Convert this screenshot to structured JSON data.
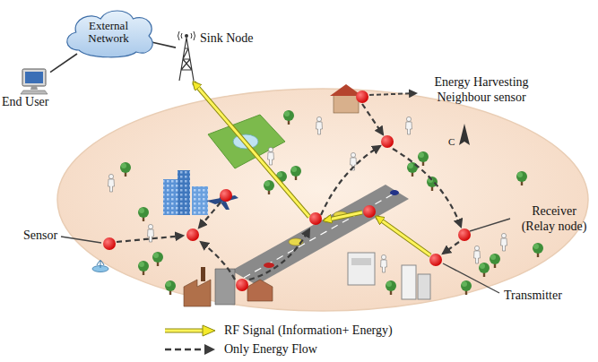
{
  "diagram": {
    "nodes": [
      {
        "text": [
          "External Network"
        ]
      },
      {
        "text": [
          "End User"
        ]
      },
      {
        "text": [
          "Sink Node"
        ]
      }
    ],
    "edges": [
      {
        "from": 0,
        "to": 1,
        "arrow": "none"
      },
      {
        "from": 0,
        "to": 2,
        "arrow": "none"
      }
    ],
    "labels": [
      "Energy Harvesting Neighbour sensor",
      "Receiver (Relay node)",
      "Sensor",
      "Transmitter",
      "C"
    ],
    "legend": [
      {
        "text": "RF Signal (Information+ Energy)"
      },
      {
        "text": "Only Energy Flow"
      }
    ]
  }
}
